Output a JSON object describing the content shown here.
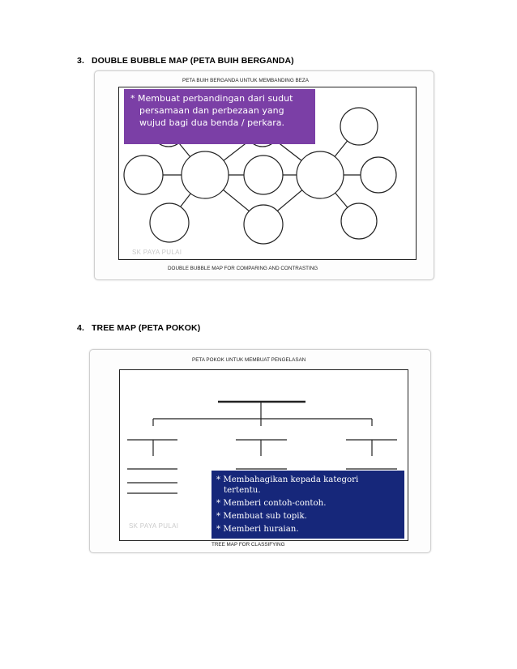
{
  "sections": [
    {
      "number": "3.",
      "heading": "DOUBLE BUBBLE MAP (PETA BUIH BERGANDA)",
      "figure": {
        "title": "PETA BUIH BERGANDA UNTUK MEMBANDING BEZA",
        "caption": "DOUBLE BUBBLE MAP FOR COMPARING AND CONTRASTING",
        "watermark": "SK PAYA PULAI",
        "note_lines": [
          "*  Membuat perbandingan dari sudut",
          "   persamaan dan perbezaan yang",
          "   wujud bagi dua benda / perkara."
        ]
      }
    },
    {
      "number": "4.",
      "heading": "TREE MAP (PETA POKOK)",
      "figure": {
        "title": "PETA POKOK UNTUK MEMBUAT PENGELASAN",
        "caption": "TREE MAP FOR CLASSIFYING",
        "watermark": "SK PAYA PULAI",
        "note_lines": [
          "* Membahagikan kepada kategori",
          "   tertentu.",
          "* Memberi contoh-contoh.",
          "* Membuat sub topik.",
          "* Memberi huraian."
        ]
      }
    }
  ],
  "colors": {
    "purple_note": "#7b3fa6",
    "navy_note": "#16277a"
  }
}
